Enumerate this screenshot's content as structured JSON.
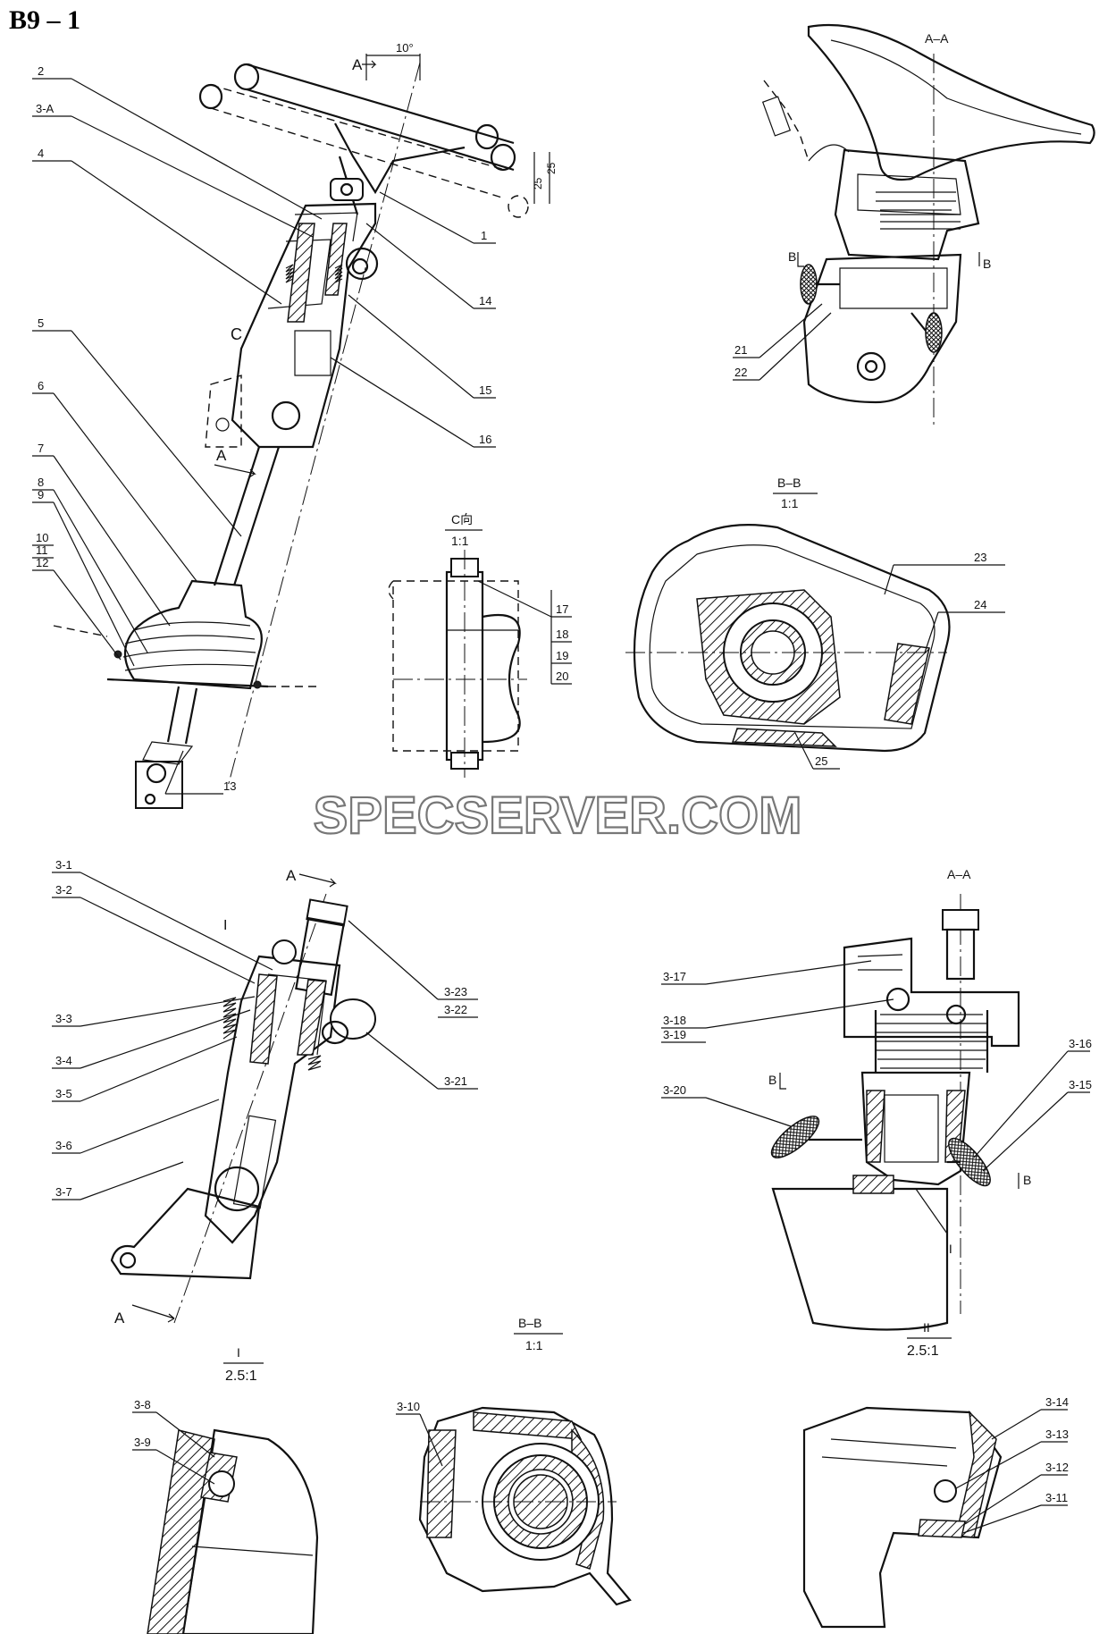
{
  "sheet": {
    "id": "B9 – 1"
  },
  "watermark": "SPECSERVER.COM",
  "views": {
    "main": {
      "section": "A",
      "angle": "10°",
      "dims": [
        "25",
        "25"
      ],
      "detail": "C"
    },
    "aa_top": {
      "title": "A–A",
      "section_mark": "B"
    },
    "c_detail": {
      "title": "C向",
      "scale": "1:1"
    },
    "bb_top": {
      "title": "B–B",
      "scale": "1:1"
    },
    "sub3": {
      "section": "A",
      "detail": "I"
    },
    "aa_bottom": {
      "title": "A–A",
      "section_mark": "B",
      "detail": "II"
    },
    "detail_i": {
      "title": "I",
      "scale": "2.5:1"
    },
    "bb_bottom": {
      "title": "B–B",
      "scale": "1:1"
    },
    "detail_ii": {
      "title": "II",
      "scale": "2.5:1"
    }
  },
  "callouts": {
    "main_left": [
      "2",
      "3-A",
      "4",
      "5",
      "6",
      "7",
      "8",
      "9",
      "10",
      "11",
      "12"
    ],
    "main_right": [
      "1",
      "14",
      "15",
      "16"
    ],
    "main_bottom": "13",
    "aa_top": [
      "21",
      "22"
    ],
    "c_detail": [
      "17",
      "18",
      "19",
      "20"
    ],
    "bb_top": [
      "23",
      "24",
      "25"
    ],
    "sub3_left": [
      "3-1",
      "3-2",
      "3-3",
      "3-4",
      "3-5",
      "3-6",
      "3-7"
    ],
    "sub3_right": [
      "3-23",
      "3-22",
      "3-21"
    ],
    "aa_bottom_left": [
      "3-17",
      "3-18",
      "3-19",
      "3-20"
    ],
    "aa_bottom_right": [
      "3-16",
      "3-15"
    ],
    "detail_i": [
      "3-8",
      "3-9"
    ],
    "bb_bottom": "3-10",
    "detail_ii": [
      "3-14",
      "3-13",
      "3-12",
      "3-11"
    ]
  }
}
